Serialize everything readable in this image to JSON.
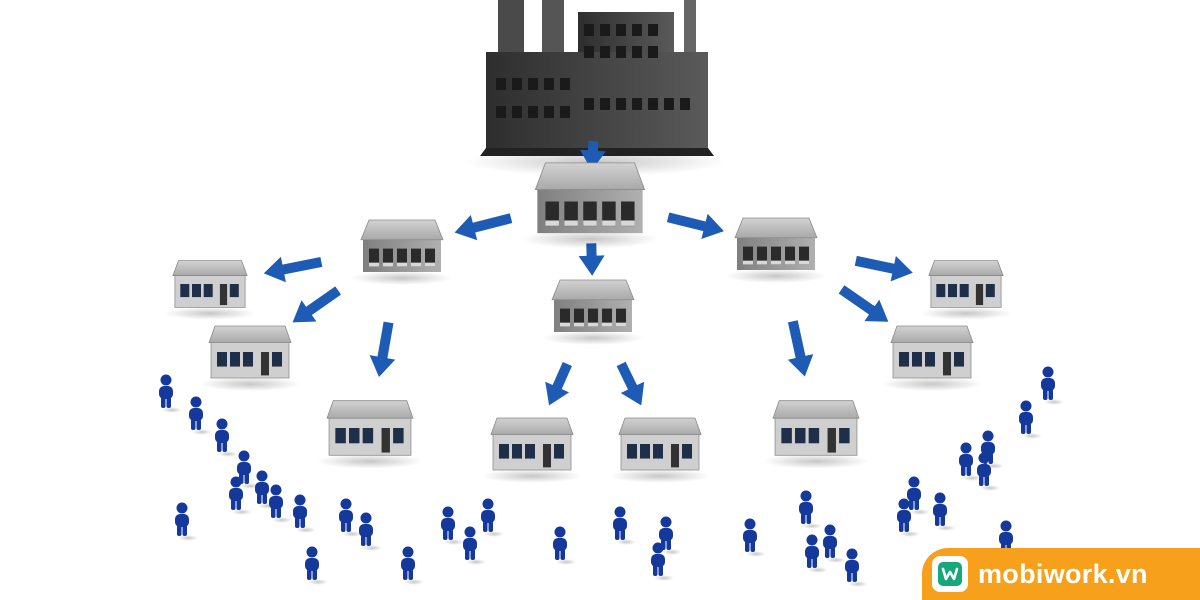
{
  "brand": {
    "name": "mobiwork.vn",
    "logo_icon": "mobiwork-w-logo-icon",
    "color": "#f7a01c",
    "logo_color": "#16a87a"
  },
  "palette": {
    "arrow": "#1d5bb5",
    "person": "#15399a",
    "building_roof": "#b9b9b9",
    "building_wall": "#9a9a9a",
    "factory": "#3c3c3c"
  },
  "diagram": {
    "nodes": [
      {
        "id": "factory",
        "kind": "factory-icon"
      },
      {
        "id": "central-warehouse",
        "kind": "warehouse-icon"
      },
      {
        "id": "distributor-left",
        "kind": "warehouse-icon"
      },
      {
        "id": "distributor-center",
        "kind": "warehouse-icon"
      },
      {
        "id": "distributor-right",
        "kind": "warehouse-icon"
      },
      {
        "id": "store-1",
        "kind": "store-icon"
      },
      {
        "id": "store-2",
        "kind": "store-icon"
      },
      {
        "id": "store-3",
        "kind": "store-icon"
      },
      {
        "id": "store-4",
        "kind": "store-icon"
      },
      {
        "id": "store-5",
        "kind": "store-icon"
      },
      {
        "id": "store-6",
        "kind": "store-icon"
      },
      {
        "id": "store-7",
        "kind": "store-icon"
      },
      {
        "id": "store-8",
        "kind": "store-icon"
      }
    ],
    "edges": [
      {
        "from": "factory",
        "to": "central-warehouse"
      },
      {
        "from": "central-warehouse",
        "to": "distributor-left"
      },
      {
        "from": "central-warehouse",
        "to": "distributor-center"
      },
      {
        "from": "central-warehouse",
        "to": "distributor-right"
      },
      {
        "from": "distributor-left",
        "to": "store-1"
      },
      {
        "from": "distributor-left",
        "to": "store-2"
      },
      {
        "from": "distributor-left",
        "to": "store-3"
      },
      {
        "from": "distributor-center",
        "to": "store-4"
      },
      {
        "from": "distributor-center",
        "to": "store-5"
      },
      {
        "from": "distributor-right",
        "to": "store-6"
      },
      {
        "from": "distributor-right",
        "to": "store-7"
      },
      {
        "from": "distributor-right",
        "to": "store-8"
      }
    ],
    "consumer_icon": "person-icon"
  }
}
